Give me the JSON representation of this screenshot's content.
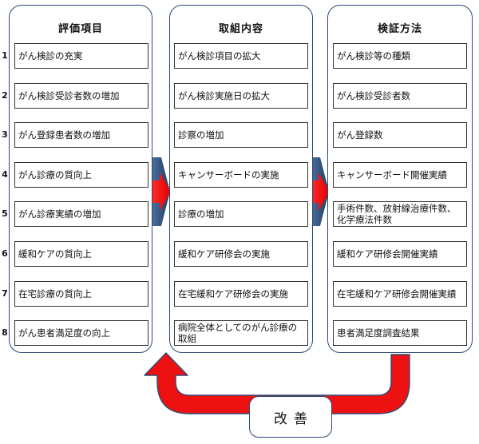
{
  "columns": [
    {
      "title": "評価項目",
      "items": [
        "がん検診の充実",
        "がん検診受診者数の増加",
        "がん登録患者数の増加",
        "がん診療の質向上",
        "がん診療実績の増加",
        "緩和ケアの質向上",
        "在宅診療の質向上",
        "がん患者満足度の向上"
      ]
    },
    {
      "title": "取組内容",
      "items": [
        "がん検診項目の拡大",
        "がん検診実施日の拡大",
        "診察の増加",
        "キャンサーボードの実施",
        "診療の増加",
        "緩和ケア研修会の実施",
        "在宅緩和ケア研修会の実施",
        "病院全体としてのがん診療の取組"
      ]
    },
    {
      "title": "検証方法",
      "items": [
        "がん検診等の種類",
        "がん検診受診者数",
        "がん登録数",
        "キャンサーボード開催実績",
        "手術件数、放射線治療件数、化学療法件数",
        "緩和ケア研修会開催実績",
        "在宅緩和ケア研修会開催実績",
        "患者満足度調査結果"
      ]
    }
  ],
  "row_numbers": [
    "1",
    "2",
    "3",
    "4",
    "5",
    "6",
    "7",
    "8"
  ],
  "improvement_label": "改善",
  "colors": {
    "border": "#2d4a73",
    "arrow_blue": "#2b4d7d",
    "arrow_red": "#ee1111"
  }
}
